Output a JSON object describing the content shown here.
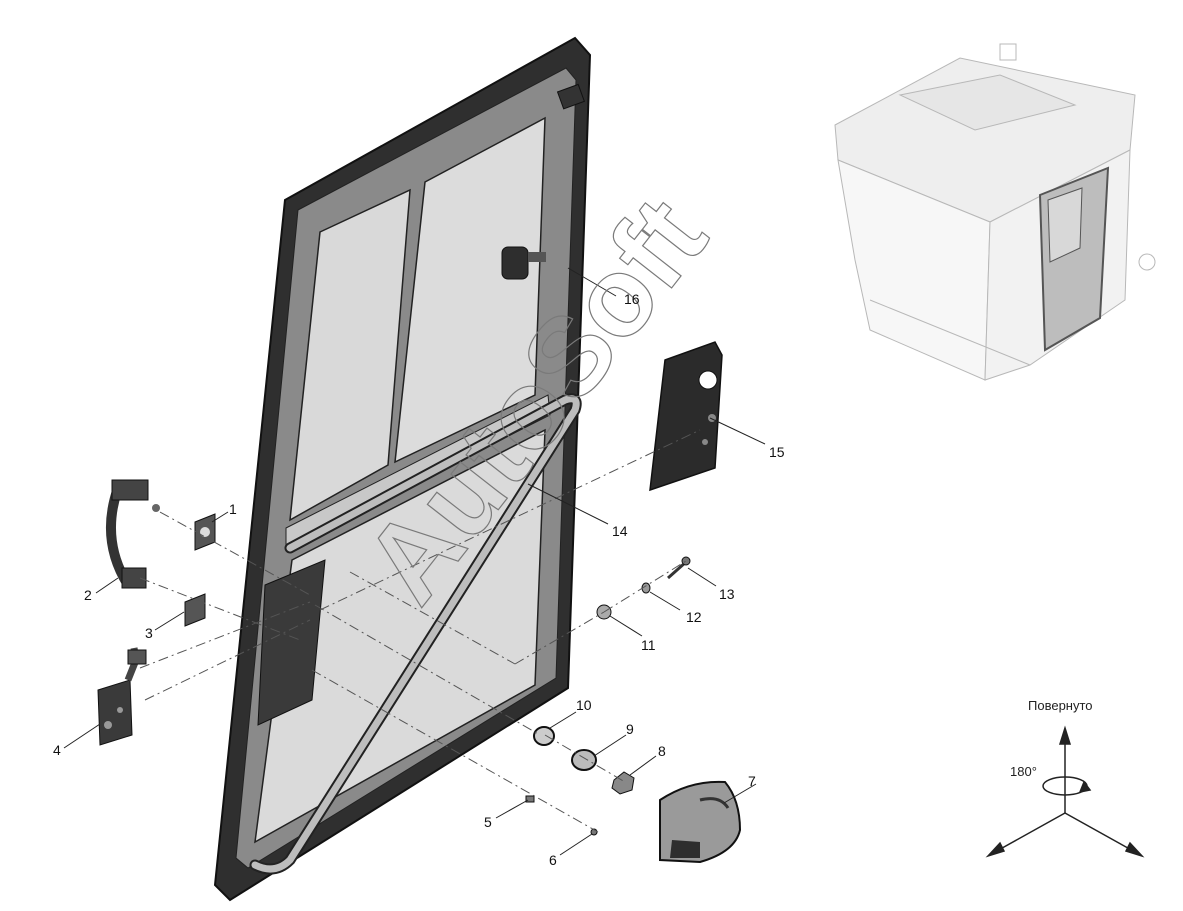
{
  "callouts": [
    "1",
    "2",
    "3",
    "4",
    "5",
    "6",
    "7",
    "8",
    "9",
    "10",
    "11",
    "12",
    "13",
    "14",
    "15",
    "16"
  ],
  "watermark": "AutoSoft",
  "orientation": {
    "caption": "Повернуто",
    "angle": "180°"
  },
  "colors": {
    "frame": "#2f2f2f",
    "glass": "#d9d9d9",
    "tube": "#bdbdbd",
    "line": "#222222"
  }
}
